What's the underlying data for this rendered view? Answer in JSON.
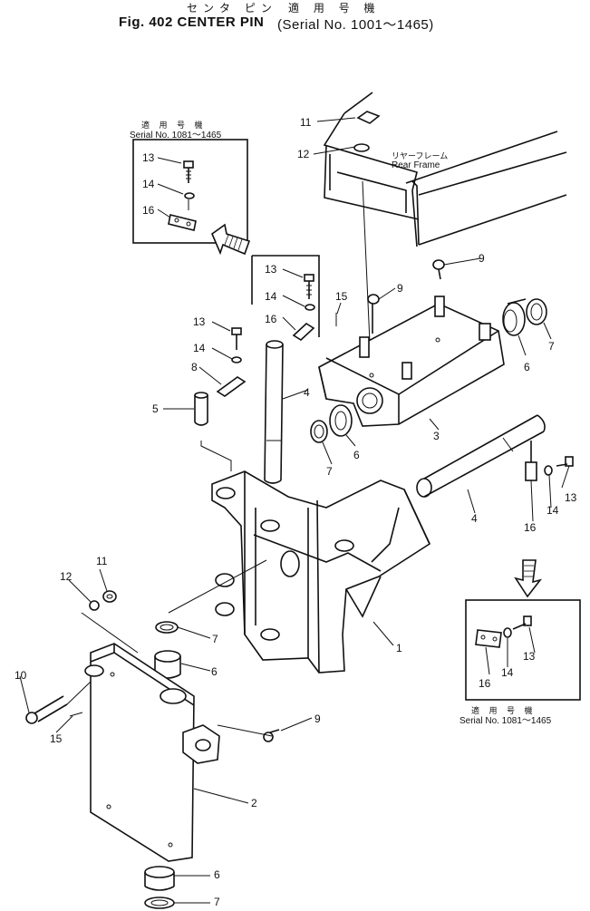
{
  "header": {
    "title_ja": "センタ ピン",
    "serial_ja": "適 用 号 機",
    "title": "Fig. 402  CENTER  PIN",
    "serial": "(Serial  No. 1001～1465)"
  },
  "inset_top": {
    "serial_ja": "適 用 号 機",
    "serial": "Serial  No. 1081～1465"
  },
  "inset_bottom": {
    "serial_ja": "適 用 号 機",
    "serial": "Serial  No. 1081～1465"
  },
  "frame_label": {
    "ja": "リヤーフレーム",
    "en": "Rear Frame"
  },
  "callouts": {
    "c1": "1",
    "c2": "2",
    "c3": "3",
    "c4a": "4",
    "c4b": "4",
    "c5": "5",
    "c6a": "6",
    "c6b": "6",
    "c6c": "6",
    "c6d": "6",
    "c7a": "7",
    "c7b": "7",
    "c7c": "7",
    "c7d": "7",
    "c8": "8",
    "c9a": "9",
    "c9b": "9",
    "c9c": "9",
    "c10": "10",
    "c11a": "11",
    "c11b": "11",
    "c12a": "12",
    "c12b": "12",
    "c13a": "13",
    "c13b": "13",
    "c13c": "13",
    "c13d": "13",
    "c13e": "13",
    "c14a": "14",
    "c14b": "14",
    "c14c": "14",
    "c14d": "14",
    "c14e": "14",
    "c15a": "15",
    "c15b": "15",
    "c16a": "16",
    "c16b": "16",
    "c16c": "16",
    "c16d": "16"
  }
}
